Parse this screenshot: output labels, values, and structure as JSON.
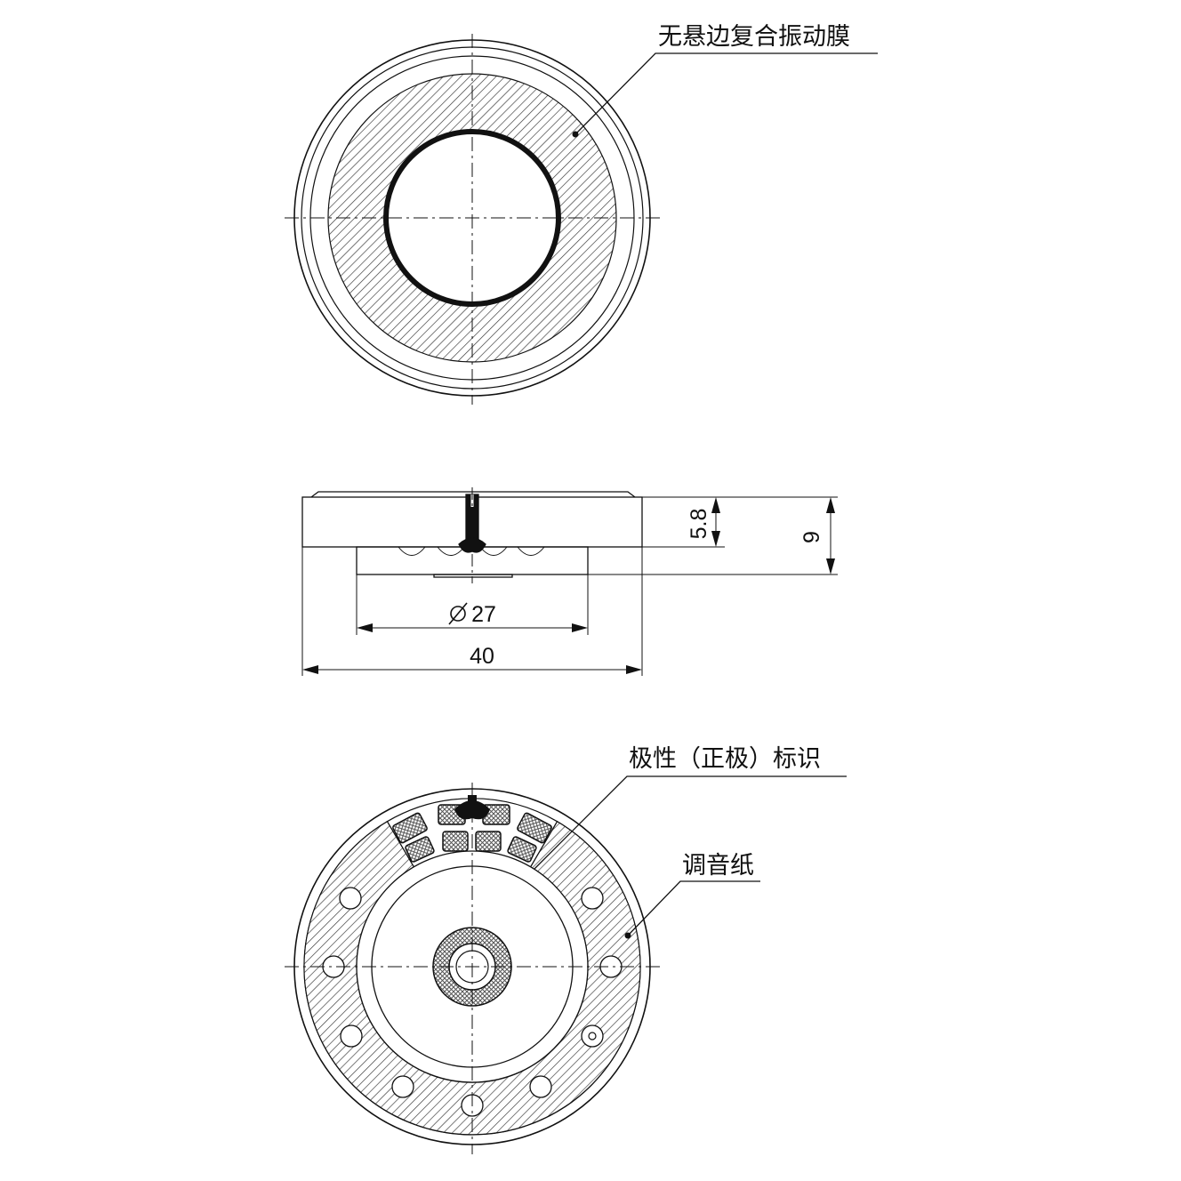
{
  "labels": {
    "diaphragm": "无悬边复合振动膜",
    "polarity": "极性（正极）标识",
    "tuning_paper": "调音纸"
  },
  "dimensions": {
    "inner_diameter": "27",
    "outer_diameter": "40",
    "body_height": "5.8",
    "total_height": "9"
  },
  "colors": {
    "line": "#111111",
    "hatch": "#333333",
    "mesh": "#555555",
    "background": "#ffffff"
  }
}
